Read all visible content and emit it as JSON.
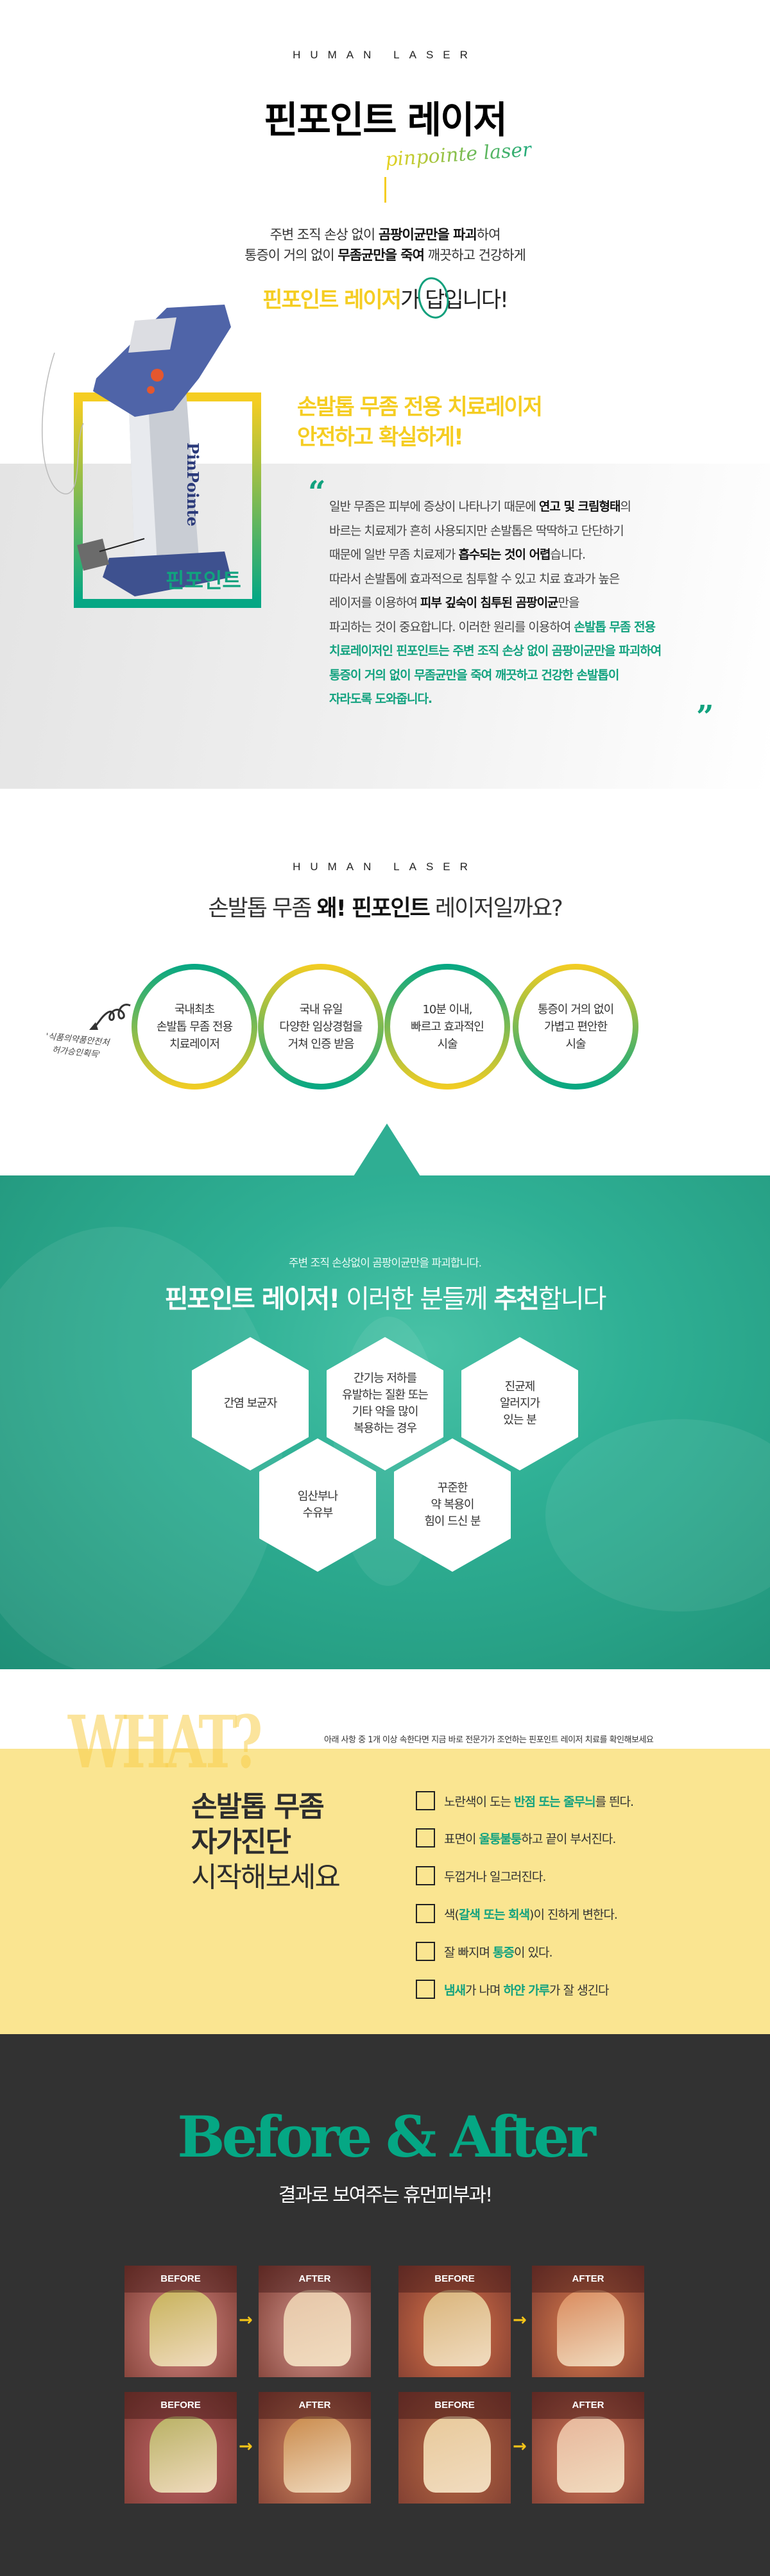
{
  "colors": {
    "yellow": "#f5cd22",
    "green": "#05a784",
    "teal": "#2fb095",
    "checklist_bg": "#fae591",
    "dark_bg": "#323232"
  },
  "intro": {
    "eyebrow": "HUMAN LASER",
    "title": "핀포인트 레이저",
    "script": "pinpointe laser",
    "lines": [
      [
        {
          "t": "주변 조직 손상 없이 "
        },
        {
          "t": "곰팡이균만을 파괴",
          "s": "b"
        },
        {
          "t": "하여"
        }
      ],
      [
        {
          "t": "통증이 거의 없이 "
        },
        {
          "t": "무좀균만을 죽여",
          "s": "b"
        },
        {
          "t": " 깨끗하고 건강하게"
        }
      ]
    ],
    "answer": [
      {
        "t": "핀포인트 레이저",
        "s": "y"
      },
      {
        "t": "가 "
      },
      {
        "t": "답",
        "s": "c"
      },
      {
        "t": "입니다!"
      }
    ]
  },
  "device": {
    "label": "핀포인트",
    "brand": "PinPointe"
  },
  "feature": {
    "heading": [
      "손발톱 무좀 전용 치료레이저",
      "안전하고 확실하게!"
    ],
    "quote_open": "“",
    "quote_close": "”",
    "lines": [
      [
        {
          "t": "일반 무좀은 피부에 증상이 나타나기 때문에 "
        },
        {
          "t": "연고 및 크림형태",
          "s": "b"
        },
        {
          "t": "의"
        }
      ],
      [
        {
          "t": "바르는 치료제가 흔히 사용되지만 손발톱은 딱딱하고 단단하기"
        }
      ],
      [
        {
          "t": "때문에 일반 무좀 치료제가 "
        },
        {
          "t": "흡수되는 것이 어렵",
          "s": "b"
        },
        {
          "t": "습니다."
        }
      ],
      [
        {
          "t": "따라서 손발톱에 효과적으로 침투할 수 있고 치료 효과가 높은"
        }
      ],
      [
        {
          "t": "레이저를 이용하여 "
        },
        {
          "t": "피부 깊숙이 침투된 곰팡이균",
          "s": "b"
        },
        {
          "t": "만을"
        }
      ],
      [
        {
          "t": "파괴하는 것이 중요합니다. 이러한 원리를 이용하여 "
        },
        {
          "t": "손발톱 무좀 전용",
          "s": "g"
        }
      ],
      [
        {
          "t": "치료레이저인 핀포인트는 주변 조직 손상 없이 곰팡이균만을 파괴하여",
          "s": "g"
        }
      ],
      [
        {
          "t": "통증이 거의 없이 무좀균만을 죽여 깨끗하고 건강한 손발톱이",
          "s": "g"
        }
      ],
      [
        {
          "t": "자라도록 도와줍니다.",
          "s": "g"
        }
      ]
    ]
  },
  "why": {
    "eyebrow": "HUMAN LASER",
    "title": [
      {
        "t": "손발톱 무좀 "
      },
      {
        "t": "왜! 핀포인트",
        "s": "b"
      },
      {
        "t": " 레이저일까요?"
      }
    ],
    "note": "'식품의약품안전처\n허가승인획득'",
    "circles": [
      {
        "text": "국내최초\n손발톱 무좀 전용\n치료레이저"
      },
      {
        "text": "국내 유일\n다양한 임상경험을\n거쳐 인증 받음"
      },
      {
        "text": "10분 이내,\n빠르고 효과적인\n시술"
      },
      {
        "text": "통증이 거의 없이\n가볍고 편안한\n시술"
      }
    ]
  },
  "recommend": {
    "subtitle": "주변 조직 손상없이 곰팡이균만을 파괴합니다.",
    "title": [
      {
        "t": "핀포인트 레이저!",
        "s": "w"
      },
      {
        "t": " 이러한 분들께 "
      },
      {
        "t": "추천",
        "s": "w"
      },
      {
        "t": "합니다"
      }
    ],
    "hexes": [
      {
        "text": "간염 보균자"
      },
      {
        "text": "간기능 저하를\n유발하는 질환 또는\n기타 약을 많이\n복용하는 경우"
      },
      {
        "text": "진균제\n알러지가\n있는 분"
      },
      {
        "text": "임산부나\n수유부"
      },
      {
        "text": "꾸준한\n약 복용이\n힘이 드신 분"
      }
    ]
  },
  "checklist": {
    "bg_word": "WHAT?",
    "note": "아래 사항 중 1개 이상 속한다면 지금 바로 전문가가 조언하는 핀포인트 레이저 치료를 확인해보세요",
    "title": [
      "손발톱 무좀",
      "자가진단",
      "시작해보세요"
    ],
    "items": [
      [
        {
          "t": "노란색이 도는 "
        },
        {
          "t": "반점 또는 줄무늬",
          "s": "g"
        },
        {
          "t": "를 띈다."
        }
      ],
      [
        {
          "t": "표면이 "
        },
        {
          "t": "울퉁불퉁",
          "s": "g"
        },
        {
          "t": "하고 끝이 부서진다."
        }
      ],
      [
        {
          "t": "두껍거나 일그러진다."
        }
      ],
      [
        {
          "t": "색("
        },
        {
          "t": "갈색 또는 회색",
          "s": "g"
        },
        {
          "t": ")이 진하게 변한다."
        }
      ],
      [
        {
          "t": "잘 빠지며 "
        },
        {
          "t": "통증",
          "s": "g"
        },
        {
          "t": "이 있다."
        }
      ],
      [
        {
          "t": "냄새",
          "s": "g"
        },
        {
          "t": "가 나며 "
        },
        {
          "t": "하얀 가루",
          "s": "g"
        },
        {
          "t": "가 잘 생긴다"
        }
      ]
    ]
  },
  "results": {
    "title": "Before & After",
    "subtitle": "결과로 보여주는 휴먼피부과!",
    "before_label": "BEFORE",
    "after_label": "AFTER",
    "arrow": "→"
  }
}
